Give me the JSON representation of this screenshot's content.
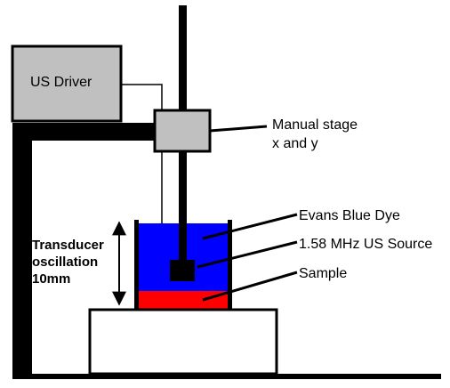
{
  "labels": {
    "driver": "US Driver",
    "stage_line1": "Manual stage",
    "stage_line2": "x and y",
    "dye": "Evans Blue Dye",
    "source": "1.58 MHz US Source",
    "sample": "Sample",
    "oscillation_line1": "Transducer",
    "oscillation_line2": "oscillation",
    "oscillation_line3": "10mm"
  },
  "colors": {
    "dye": "#0000ff",
    "sample": "#ff0000",
    "structure": "#000000",
    "driver_box": "#c0c0c0",
    "stage_box": "#c0c0c0",
    "transducer": "#000000"
  }
}
